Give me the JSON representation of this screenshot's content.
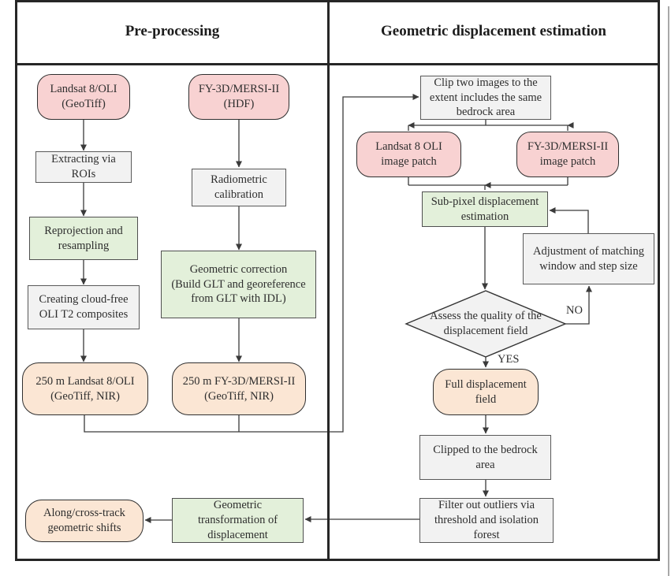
{
  "headers": {
    "left": "Pre-processing",
    "right": "Geometric displacement estimation"
  },
  "nodes": {
    "landsat_source": "Landsat 8/OLI\n(GeoTiff)",
    "fy_source": "FY-3D/MERSI-II\n(HDF)",
    "extract_rois": "Extracting via\nROIs",
    "radiometric_cal": "Radiometric\ncalibration",
    "reprojection": "Reprojection and\nresampling",
    "geometric_correction": "Geometric correction\n(Build GLT and georeference\nfrom GLT with IDL)",
    "cloud_free": "Creating cloud-free\nOLI T2 composites",
    "landsat_250": "250 m Landsat 8/OLI\n(GeoTiff, NIR)",
    "fy_250": "250 m FY-3D/MERSI-II\n(GeoTiff, NIR)",
    "clip_images": "Clip two images to the\nextent includes the same\nbedrock area",
    "landsat_patch": "Landsat 8 OLI\nimage patch",
    "fy_patch": "FY-3D/MERSI-II\nimage patch",
    "subpixel": "Sub-pixel displacement\nestimation",
    "adjustment": "Adjustment of matching\nwindow and step size",
    "assess_quality": "Assess the quality of the\ndisplacement field",
    "full_field": "Full displacement\nfield",
    "clipped_bedrock": "Clipped to the bedrock\narea",
    "filter_outliers": "Filter out outliers via\nthreshold and isolation\nforest",
    "geo_transform": "Geometric\ntransformation of\ndisplacement",
    "track_shifts": "Along/cross-track\ngeometric shifts"
  },
  "branch_labels": {
    "yes": "YES",
    "no": "NO"
  },
  "colors": {
    "source_pink": "#f8d2d2",
    "process_green": "#e3f0da",
    "output_peach": "#fbe6d4",
    "step_gray": "#f2f2f2",
    "line": "#3a3a3a",
    "frame": "#262626"
  }
}
